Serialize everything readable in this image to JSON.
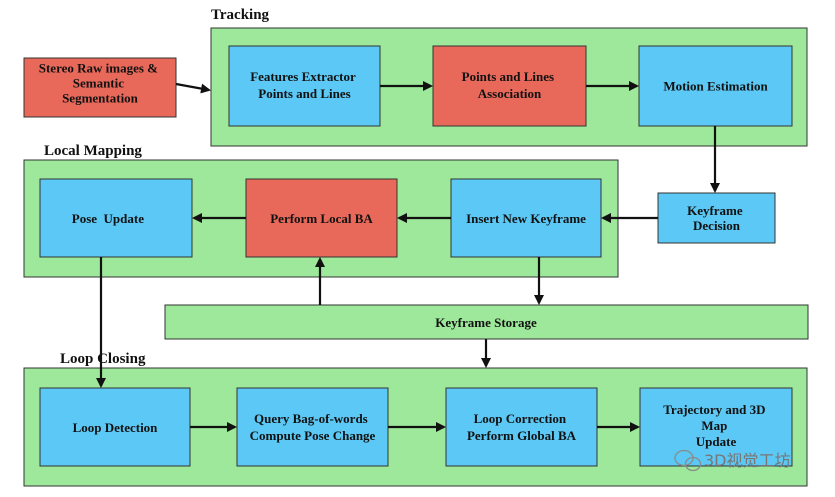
{
  "sections": {
    "tracking": "Tracking",
    "local_mapping": "Local Mapping",
    "loop_closing": "Loop Closing"
  },
  "boxes": {
    "stereo_input": [
      "Stereo Raw images &",
      "Semantic",
      "Segmentation"
    ],
    "features_extractor": [
      "Features Extractor",
      "Points and Lines"
    ],
    "points_lines_association": [
      "Points and Lines",
      "Association"
    ],
    "motion_estimation": [
      "Motion Estimation"
    ],
    "keyframe_decision": [
      "Keyframe",
      "Decision"
    ],
    "insert_new_keyframe": [
      "Insert New Keyframe"
    ],
    "perform_local_ba": [
      "Perform Local BA"
    ],
    "pose_update": [
      "Pose  Update"
    ],
    "keyframe_storage": [
      "Keyframe Storage"
    ],
    "loop_detection": [
      "Loop Detection"
    ],
    "query_bag_of_words": [
      "Query Bag-of-words",
      "Compute Pose Change"
    ],
    "loop_correction": [
      "Loop Correction",
      "Perform Global  BA"
    ],
    "trajectory_map_update": [
      "Trajectory and 3D",
      "Map",
      "Update"
    ]
  },
  "watermark": "3D视觉工坊",
  "colors": {
    "section_fill": "#9de89a",
    "blue_box": "#5bc8f5",
    "red_box": "#e8685a",
    "border": "#333333"
  }
}
